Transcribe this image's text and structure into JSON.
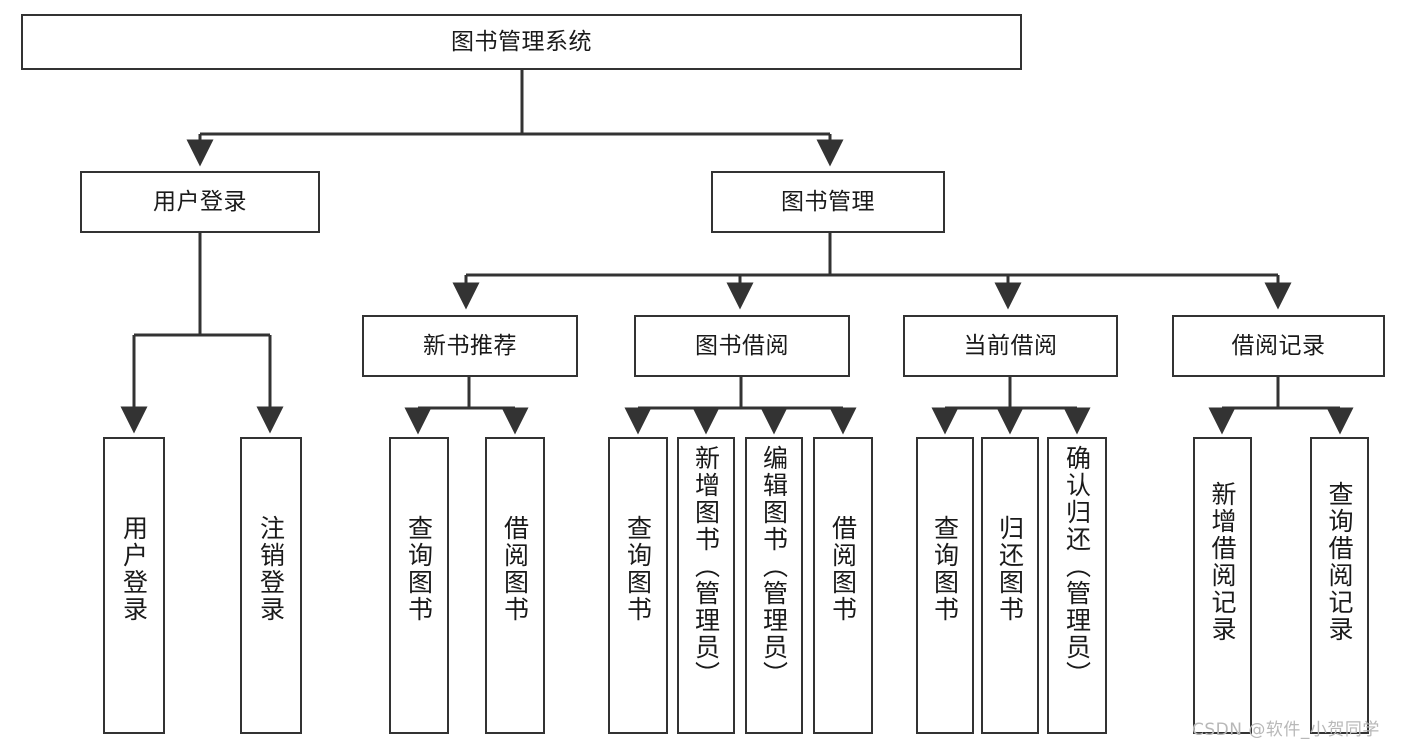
{
  "diagram": {
    "title": "图书管理系统",
    "type": "tree-hierarchy",
    "watermark": "CSDN @软件_小贺同学",
    "colors": {
      "background": "#ffffff",
      "box_border": "#333333",
      "box_fill": "#ffffff",
      "text": "#1a1a1a",
      "connector": "#333333",
      "watermark": "#b8b8b8"
    },
    "root": {
      "label": "图书管理系统"
    },
    "level2": [
      {
        "key": "user_login",
        "label": "用户登录"
      },
      {
        "key": "book_manage",
        "label": "图书管理"
      }
    ],
    "level3": [
      {
        "key": "new_book_rec",
        "label": "新书推荐"
      },
      {
        "key": "book_borrow",
        "label": "图书借阅"
      },
      {
        "key": "current_borrow",
        "label": "当前借阅"
      },
      {
        "key": "borrow_record",
        "label": "借阅记录"
      }
    ],
    "leaves": {
      "user_login": [
        {
          "label": "用户登录"
        },
        {
          "label": "注销登录"
        }
      ],
      "new_book_rec": [
        {
          "label": "查询图书"
        },
        {
          "label": "借阅图书"
        }
      ],
      "book_borrow": [
        {
          "label": "查询图书"
        },
        {
          "label": "新增图书（管理员）"
        },
        {
          "label": "编辑图书（管理员）"
        },
        {
          "label": "借阅图书"
        }
      ],
      "current_borrow": [
        {
          "label": "查询图书"
        },
        {
          "label": "归还图书"
        },
        {
          "label": "确认归还（管理员）"
        }
      ],
      "borrow_record": [
        {
          "label": "新增借阅记录"
        },
        {
          "label": "查询借阅记录"
        }
      ]
    }
  }
}
